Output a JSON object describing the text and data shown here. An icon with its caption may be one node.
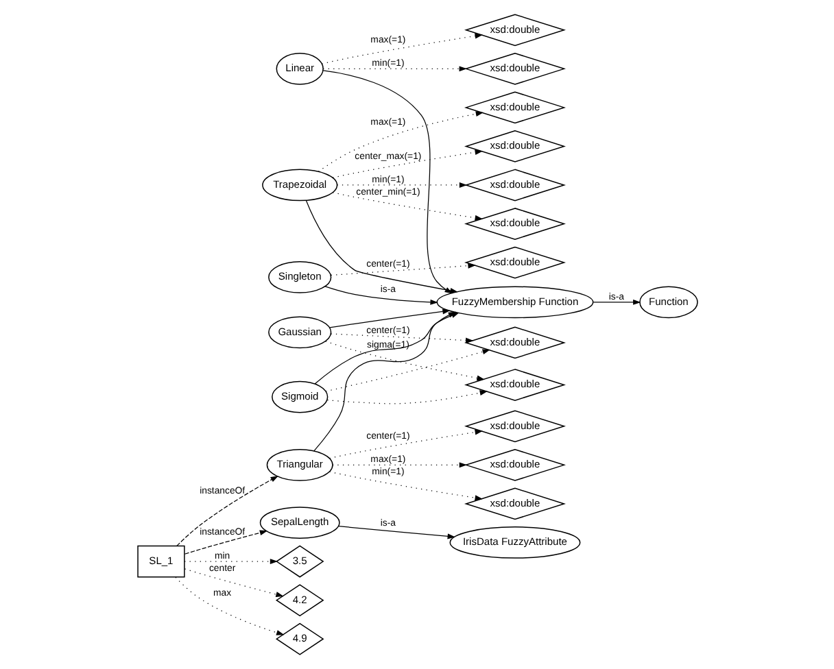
{
  "diagram": {
    "nodes": [
      {
        "text": [
          "Function"
        ]
      },
      {
        "text": [
          "FuzzyMembership Function"
        ]
      },
      {
        "text": [
          "Singleton"
        ]
      },
      {
        "text": [
          "Linear"
        ]
      },
      {
        "text": [
          "Trapezoidal"
        ]
      },
      {
        "text": [
          "Gaussian"
        ]
      },
      {
        "text": [
          "Sigmoid"
        ]
      },
      {
        "text": [
          "Triangular"
        ]
      },
      {
        "text": [
          "xsd:double"
        ]
      },
      {
        "text": [
          "xsd:double"
        ]
      },
      {
        "text": [
          "xsd:double"
        ]
      },
      {
        "text": [
          "xsd:double"
        ]
      },
      {
        "text": [
          "xsd:double"
        ]
      },
      {
        "text": [
          "xsd:double"
        ]
      },
      {
        "text": [
          "xsd:double"
        ]
      },
      {
        "text": [
          "xsd:double"
        ]
      },
      {
        "text": [
          "xsd:double"
        ]
      },
      {
        "text": [
          "xsd:double"
        ]
      },
      {
        "text": [
          "xsd:double"
        ]
      },
      {
        "text": [
          "xsd:double"
        ]
      },
      {
        "text": [
          "IrisData FuzzyAttribute"
        ]
      },
      {
        "text": [
          "SepalLength"
        ]
      },
      {
        "text": [
          "SL_1"
        ]
      },
      {
        "text": [
          "3.5"
        ]
      },
      {
        "text": [
          "4.2"
        ]
      },
      {
        "text": [
          "4.9"
        ]
      }
    ],
    "edges": [
      {
        "from": 1,
        "to": 0,
        "arrow": "to",
        "label": "is-a"
      },
      {
        "from": 2,
        "to": 1,
        "arrow": "to",
        "label": "is-a"
      },
      {
        "from": 3,
        "to": 1,
        "arrow": "to"
      },
      {
        "from": 4,
        "to": 1,
        "arrow": "to"
      },
      {
        "from": 5,
        "to": 1,
        "arrow": "to"
      },
      {
        "from": 6,
        "to": 1,
        "arrow": "to"
      },
      {
        "from": 7,
        "to": 1,
        "arrow": "to"
      },
      {
        "from": 2,
        "to": 8,
        "arrow": "to",
        "label": "center(=1)",
        "style": "dashed"
      },
      {
        "from": 3,
        "to": 9,
        "arrow": "to",
        "label": "min(=1)",
        "style": "dashed"
      },
      {
        "from": 3,
        "to": 10,
        "arrow": "to",
        "label": "max(=1)",
        "style": "dashed"
      },
      {
        "from": 4,
        "to": 11,
        "arrow": "to",
        "label": "min(=1)",
        "style": "dashed"
      },
      {
        "from": 4,
        "to": 12,
        "arrow": "to",
        "label": "center_min(=1)",
        "style": "dashed"
      },
      {
        "from": 4,
        "to": 13,
        "arrow": "to",
        "label": "max(=1)",
        "style": "dashed"
      },
      {
        "from": 4,
        "to": 14,
        "arrow": "to",
        "label": "center_max(=1)",
        "style": "dashed"
      },
      {
        "from": 5,
        "to": 15,
        "arrow": "to",
        "label": "center(=1)",
        "style": "dashed"
      },
      {
        "from": 5,
        "to": 16,
        "arrow": "to",
        "label": "sigma(=1)",
        "style": "dashed"
      },
      {
        "from": 6,
        "to": 15,
        "arrow": "to",
        "style": "dashed"
      },
      {
        "from": 6,
        "to": 16,
        "arrow": "to",
        "style": "dashed"
      },
      {
        "from": 7,
        "to": 17,
        "arrow": "to",
        "label": "min(=1)",
        "style": "dashed"
      },
      {
        "from": 7,
        "to": 18,
        "arrow": "to",
        "label": "center(=1)",
        "style": "dashed"
      },
      {
        "from": 7,
        "to": 19,
        "arrow": "to",
        "label": "max(=1)",
        "style": "dashed"
      },
      {
        "from": 22,
        "to": 7,
        "arrow": "to",
        "label": "instanceOf",
        "style": "dashed"
      },
      {
        "from": 21,
        "to": 20,
        "arrow": "to",
        "label": "is-a"
      },
      {
        "from": 22,
        "to": 21,
        "arrow": "to",
        "label": "instanceOf",
        "style": "dashed"
      },
      {
        "from": 22,
        "to": 23,
        "arrow": "to",
        "label": "min",
        "style": "dashed"
      },
      {
        "from": 22,
        "to": 24,
        "arrow": "to",
        "label": "center",
        "style": "dashed"
      },
      {
        "from": 22,
        "to": 25,
        "arrow": "to",
        "label": "max",
        "style": "dashed"
      }
    ]
  }
}
